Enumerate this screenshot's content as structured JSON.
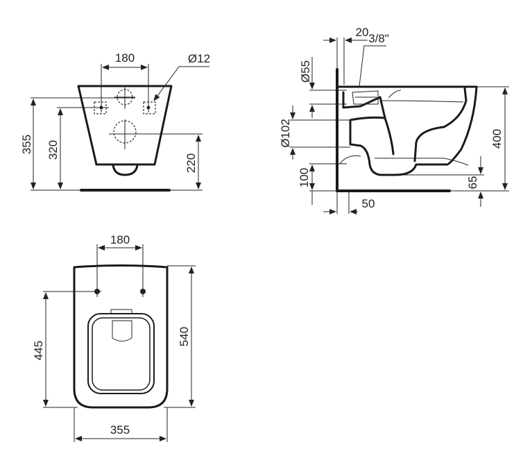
{
  "front_view": {
    "hole_spacing": "180",
    "hole_diameter": "Ø12",
    "height_top": "355",
    "height_bolts": "320",
    "height_outlet": "220"
  },
  "side_view": {
    "wall_gap_top": "20",
    "water_inlet": "3/8\"",
    "inlet_diameter": "Ø55",
    "outlet_diameter": "Ø102",
    "outlet_height": "100",
    "bowl_height": "400",
    "bottom_clearance": "65",
    "wall_gap_bottom": "50"
  },
  "top_view": {
    "hole_spacing": "180",
    "length": "540",
    "bolt_to_front": "445",
    "width": "355"
  }
}
